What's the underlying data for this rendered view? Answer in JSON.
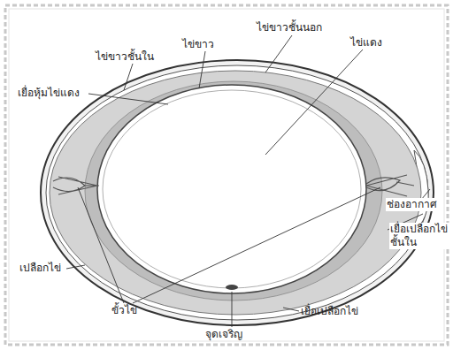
{
  "diagram": {
    "labels": [
      "ไข่ขาวชั้นนอก",
      "ไข่ขาว",
      "ไข่แดง",
      "ไข่ขาวชั้นใน",
      "เยื่อหุ้มไข่แดง",
      "ช่องอากาศ",
      "เยื่อเปลือกไข่ ชั้นใน",
      "เปลือกไข่",
      "ขั้วไข่",
      "เยื่อเปลือกไข่",
      "จุดเจริญ"
    ]
  }
}
